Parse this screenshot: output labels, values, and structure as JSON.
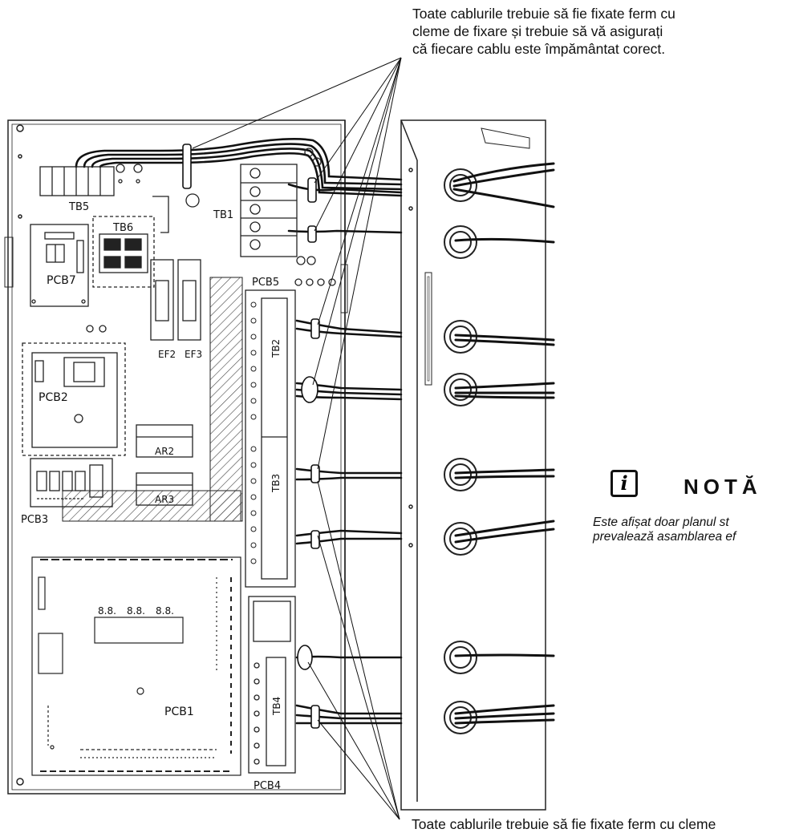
{
  "note_top": "Toate cablurile trebuie să fie fixate ferm cu cleme de fixare și trebuie să vă asigurați că fiecare cablu este împământat corect.",
  "note_bottom": "Toate cablurile trebuie să fie fixate ferm cu cleme",
  "nota": {
    "icon": "info-icon",
    "title": "NOTĂ",
    "text_line1": "Este afișat doar planul st",
    "text_line2": "prevalează asamblarea ef"
  },
  "labels": {
    "tb5": "TB5",
    "tb6": "TB6",
    "tb1": "TB1",
    "tb2": "TB2",
    "tb3": "TB3",
    "tb4": "TB4",
    "pcb1": "PCB1",
    "pcb2": "PCB2",
    "pcb3": "PCB3",
    "pcb4": "PCB4",
    "pcb5": "PCB5",
    "pcb7": "PCB7",
    "ef2": "EF2",
    "ef3": "EF3",
    "ar2": "AR2",
    "ar3": "AR3",
    "display1": "8.8.",
    "display2": "8.8.",
    "display3": "8.8."
  }
}
